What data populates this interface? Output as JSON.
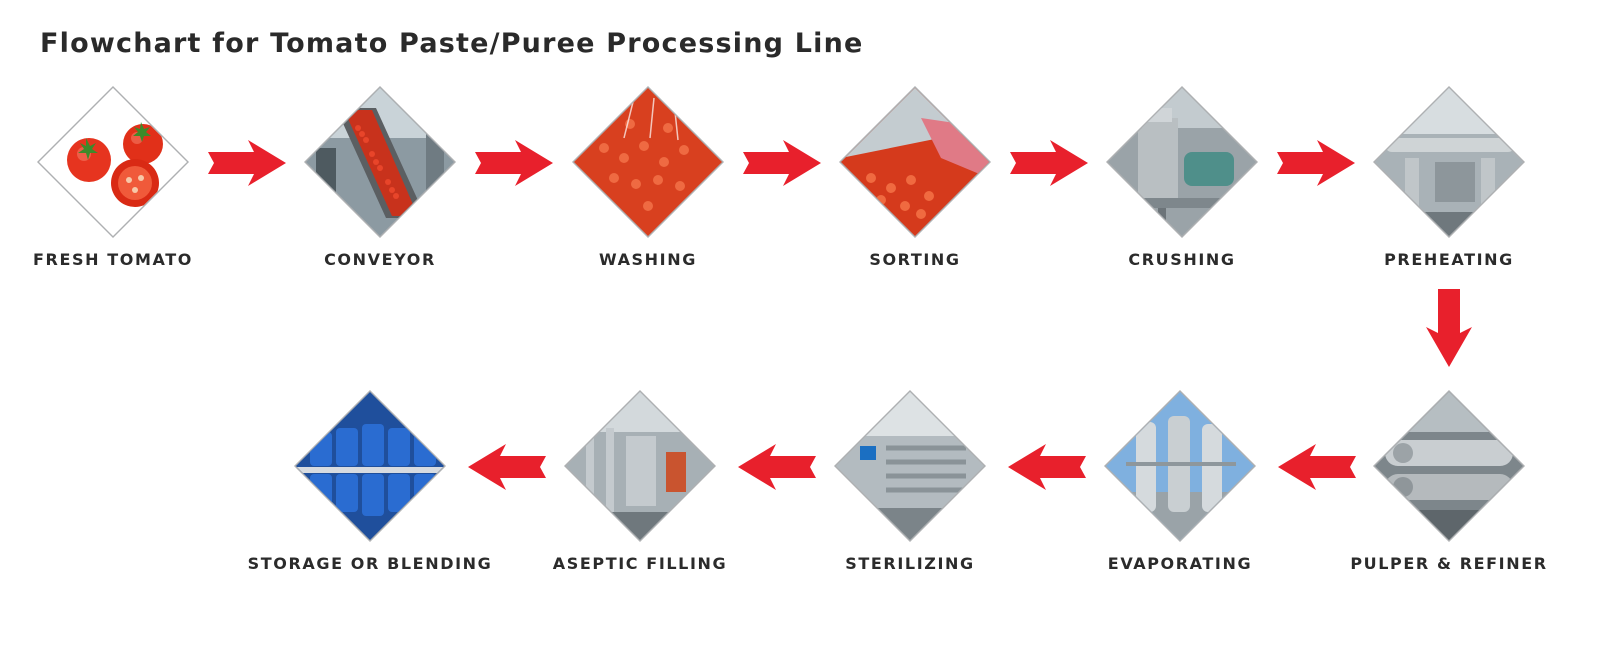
{
  "title": "Flowchart for Tomato Paste/Puree Processing Line",
  "colors": {
    "arrow": "#e8202c",
    "text": "#2b2b2b"
  },
  "steps": [
    {
      "label": "FRESH TOMATO",
      "icon": "fresh-tomato-photo"
    },
    {
      "label": "CONVEYOR",
      "icon": "conveyor-photo"
    },
    {
      "label": "WASHING",
      "icon": "washing-photo"
    },
    {
      "label": "SORTING",
      "icon": "sorting-photo"
    },
    {
      "label": "CRUSHING",
      "icon": "crushing-machine-photo"
    },
    {
      "label": "PREHEATING",
      "icon": "preheating-equipment-photo"
    },
    {
      "label": "PULPER & REFINER",
      "icon": "pulper-refiner-photo"
    },
    {
      "label": "EVAPORATING",
      "icon": "evaporator-photo"
    },
    {
      "label": "STERILIZING",
      "icon": "sterilizer-photo"
    },
    {
      "label": "ASEPTIC FILLING",
      "icon": "aseptic-filler-photo"
    },
    {
      "label": "STORAGE OR BLENDING",
      "icon": "storage-drums-photo"
    }
  ]
}
